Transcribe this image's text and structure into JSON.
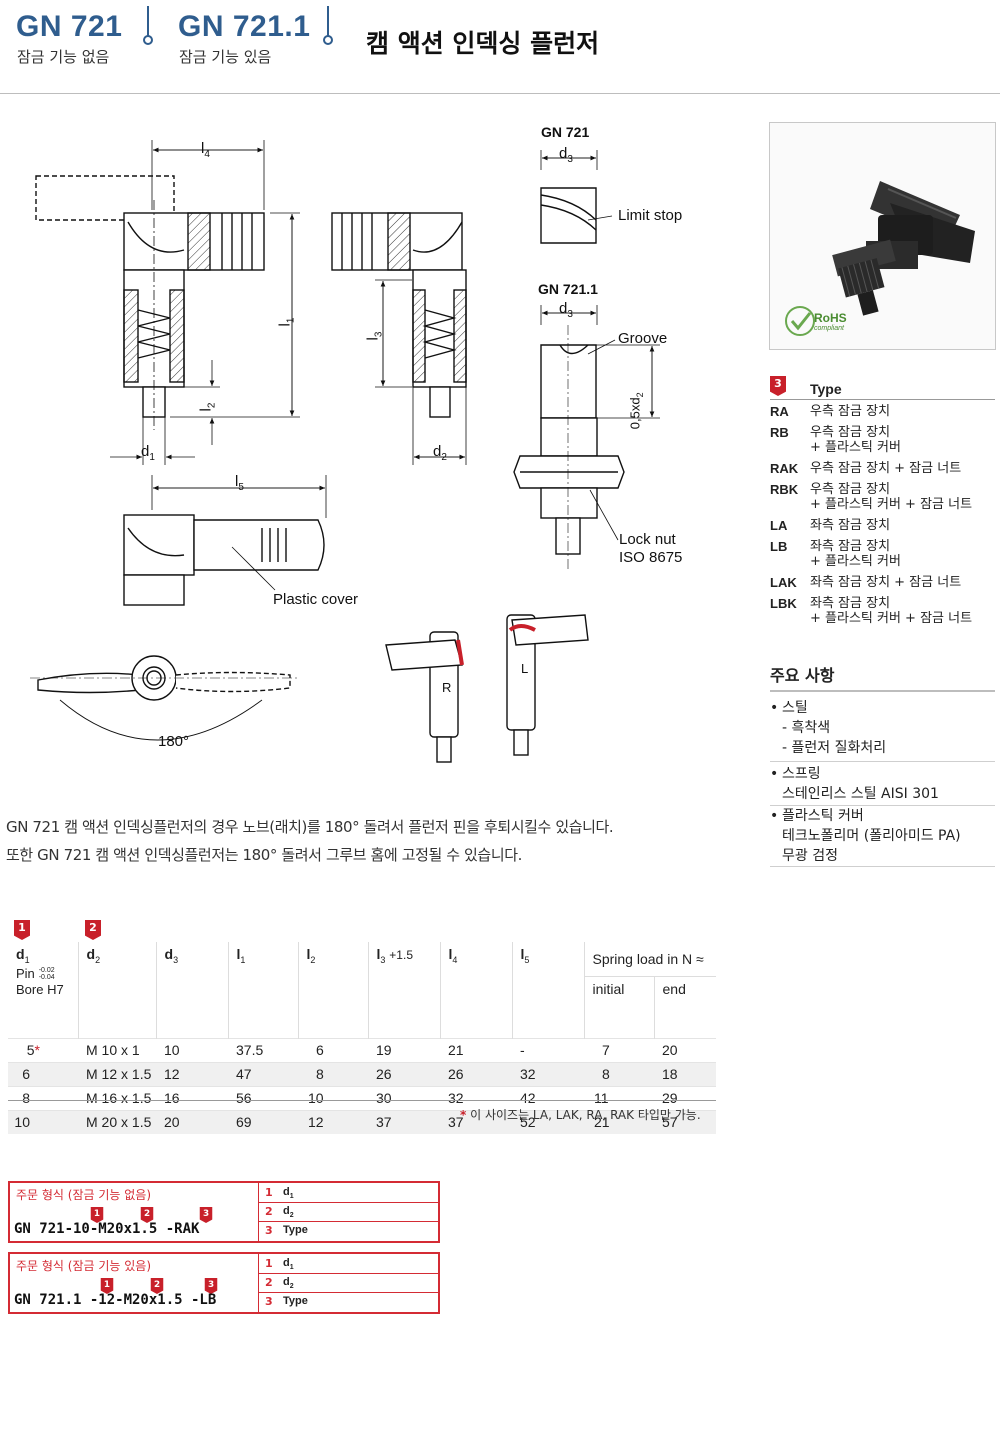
{
  "header": {
    "code1": "GN 721",
    "sub1": "잠금 기능 없음",
    "code2": "GN 721.1",
    "sub2": "잠금 기능 있음",
    "title": "캠 액션 인덱싱 플런저"
  },
  "drawing": {
    "l4": "l",
    "l4_sub": "4",
    "l1": "l",
    "l1_sub": "1",
    "l3": "l",
    "l3_sub": "3",
    "l2": "l",
    "l2_sub": "2",
    "l5": "l",
    "l5_sub": "5",
    "d1": "d",
    "d1_sub": "1",
    "d2": "d",
    "d2_sub": "2",
    "gn721": "GN 721",
    "gn7211": "GN 721.1",
    "d3a": "d",
    "d3a_sub": "3",
    "d3b": "d",
    "d3b_sub": "3",
    "limit_stop": "Limit stop",
    "groove": "Groove",
    "half_d2": "0,5xd",
    "half_d2_sub": "2",
    "lock_nut": "Lock nut",
    "iso": "ISO 8675",
    "plastic_cover": "Plastic cover",
    "deg180": "180°",
    "r_label": "R",
    "l_label": "L"
  },
  "photo": {
    "rohs": "RoHS",
    "compliant": "compliant"
  },
  "type_table": {
    "badge": "3",
    "heading": "Type",
    "rows": [
      {
        "code": "RA",
        "desc": "우측 잠금 장치"
      },
      {
        "code": "RB",
        "desc": "우측 잠금 장치",
        "desc2": "+ 플라스틱 커버"
      },
      {
        "code": "RAK",
        "desc": "우측 잠금 장치 + 잠금 너트"
      },
      {
        "code": "RBK",
        "desc": "우측 잠금 장치",
        "desc2": "+ 플라스틱 커버 + 잠금 너트"
      },
      {
        "code": "LA",
        "desc": "좌측 잠금 장치"
      },
      {
        "code": "LB",
        "desc": "좌측 잠금 장치",
        "desc2": "+ 플라스틱 커버"
      },
      {
        "code": "LAK",
        "desc": "좌측 잠금 장치 + 잠금 너트"
      },
      {
        "code": "LBK",
        "desc": "좌측 잠금 장치",
        "desc2": "+ 플라스틱 커버 + 잠금 너트"
      }
    ]
  },
  "notes": {
    "heading": "주요 사항",
    "steel": "스틸",
    "steel_a": "- 흑착색",
    "steel_b": "- 플런저 질화처리",
    "spring": "스프링",
    "spring_a": "스테인리스 스틸 AISI 301",
    "cover": "플라스틱 커버",
    "cover_a": "테크노폴리머 (폴리아미드 PA)",
    "cover_b": "무광 검정"
  },
  "description": {
    "line1": "GN 721 캠 액션 인덱싱플런저의 경우 노브(래치)를 180° 돌려서 플런저 핀을 후퇴시킬수 있습니다.",
    "line2": "또한 GN 721 캠 액션 인덱싱플런저는 180° 돌려서 그루브 홈에 고정될 수 있습니다."
  },
  "spec_table": {
    "badge1": "1",
    "badge2": "2",
    "h_d1": "d",
    "h_d1_sub": "1",
    "h_pin": "Pin",
    "h_pin_tol_top": "-0.02",
    "h_pin_tol_bot": "-0.04",
    "h_bore": "Bore H7",
    "h_d2": "d",
    "h_d2_sub": "2",
    "h_d3": "d",
    "h_d3_sub": "3",
    "h_l1": "l",
    "h_l1_sub": "1",
    "h_l2": "l",
    "h_l2_sub": "2",
    "h_l3": "l",
    "h_l3_sub": "3",
    "h_l3_tol": "+1.5",
    "h_l4": "l",
    "h_l4_sub": "4",
    "h_l5": "l",
    "h_l5_sub": "5",
    "h_spring": "Spring load in N ≈",
    "h_initial": "initial",
    "h_end": "end",
    "rows": [
      {
        "d1": "5",
        "star": "*",
        "d2": "M 10 x 1",
        "d3": "10",
        "l1": "37.5",
        "l2": "6",
        "l3": "19",
        "l4": "21",
        "l5": "-",
        "initial": "7",
        "end": "20"
      },
      {
        "d1": "6",
        "star": "",
        "d2": "M 12 x 1.5",
        "d3": "12",
        "l1": "47",
        "l2": "8",
        "l3": "26",
        "l4": "26",
        "l5": "32",
        "initial": "8",
        "end": "18"
      },
      {
        "d1": "8",
        "star": "",
        "d2": "M 16 x 1.5",
        "d3": "16",
        "l1": "56",
        "l2": "10",
        "l3": "30",
        "l4": "32",
        "l5": "42",
        "initial": "11",
        "end": "29"
      },
      {
        "d1": "10",
        "star": "",
        "d2": "M 20 x 1.5",
        "d3": "20",
        "l1": "69",
        "l2": "12",
        "l3": "37",
        "l4": "37",
        "l5": "52",
        "initial": "21",
        "end": "57"
      }
    ],
    "footnote_star": "*",
    "footnote": " 이 사이즈는 LA, LAK, RA, RAK 타입만 가능."
  },
  "order1": {
    "title": "주문 형식 (잠금 기능 없음)",
    "code": "GN 721-10-M20x1.5 -RAK",
    "b1": "1",
    "b2": "2",
    "b3": "3",
    "k1n": "1",
    "k1v": "d",
    "k1s": "1",
    "k2n": "2",
    "k2v": "d",
    "k2s": "2",
    "k3n": "3",
    "k3v": "Type"
  },
  "order2": {
    "title": "주문 형식 (잠금 기능 있음)",
    "code": "GN 721.1 -12-M20x1.5 -LB",
    "b1": "1",
    "b2": "2",
    "b3": "3",
    "k1n": "1",
    "k1v": "d",
    "k1s": "1",
    "k2n": "2",
    "k2v": "d",
    "k2s": "2",
    "k3n": "3",
    "k3v": "Type"
  }
}
